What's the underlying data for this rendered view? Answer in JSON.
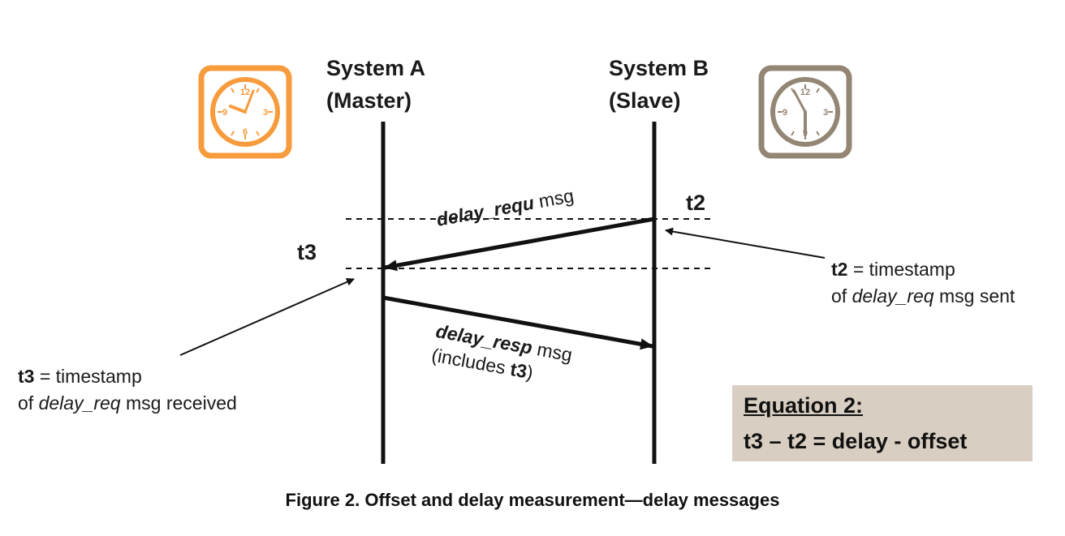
{
  "system_a": {
    "name": "System A",
    "role": "(Master)"
  },
  "system_b": {
    "name": "System B",
    "role": "(Slave)"
  },
  "clock_a": {
    "icon": "clock-icon",
    "color": "#f79b3d"
  },
  "clock_b": {
    "icon": "clock-icon",
    "color": "#948674"
  },
  "t2_label": "t2",
  "t3_label": "t3",
  "msg_req": {
    "name": "delay_requ",
    "suffix": " msg"
  },
  "msg_resp": {
    "name": "delay_resp",
    "suffix": " msg",
    "line2_pre": "(includes ",
    "line2_bold": "t3",
    "line2_post": ")"
  },
  "note_t2": {
    "key": "t2",
    "line1": " = timestamp",
    "line2_pre": "of ",
    "line2_italic": "delay_req",
    "line2_post": " msg sent"
  },
  "note_t3": {
    "key": "t3",
    "line1": " = timestamp",
    "line2_pre": "of ",
    "line2_italic": "delay_req",
    "line2_post": " msg received"
  },
  "equation": {
    "title": "Equation 2:",
    "formula": "t3 – t2 = delay - offset",
    "box_color": "#d8cfc2"
  },
  "caption": "Figure 2.  Offset and delay measurement—delay messages"
}
